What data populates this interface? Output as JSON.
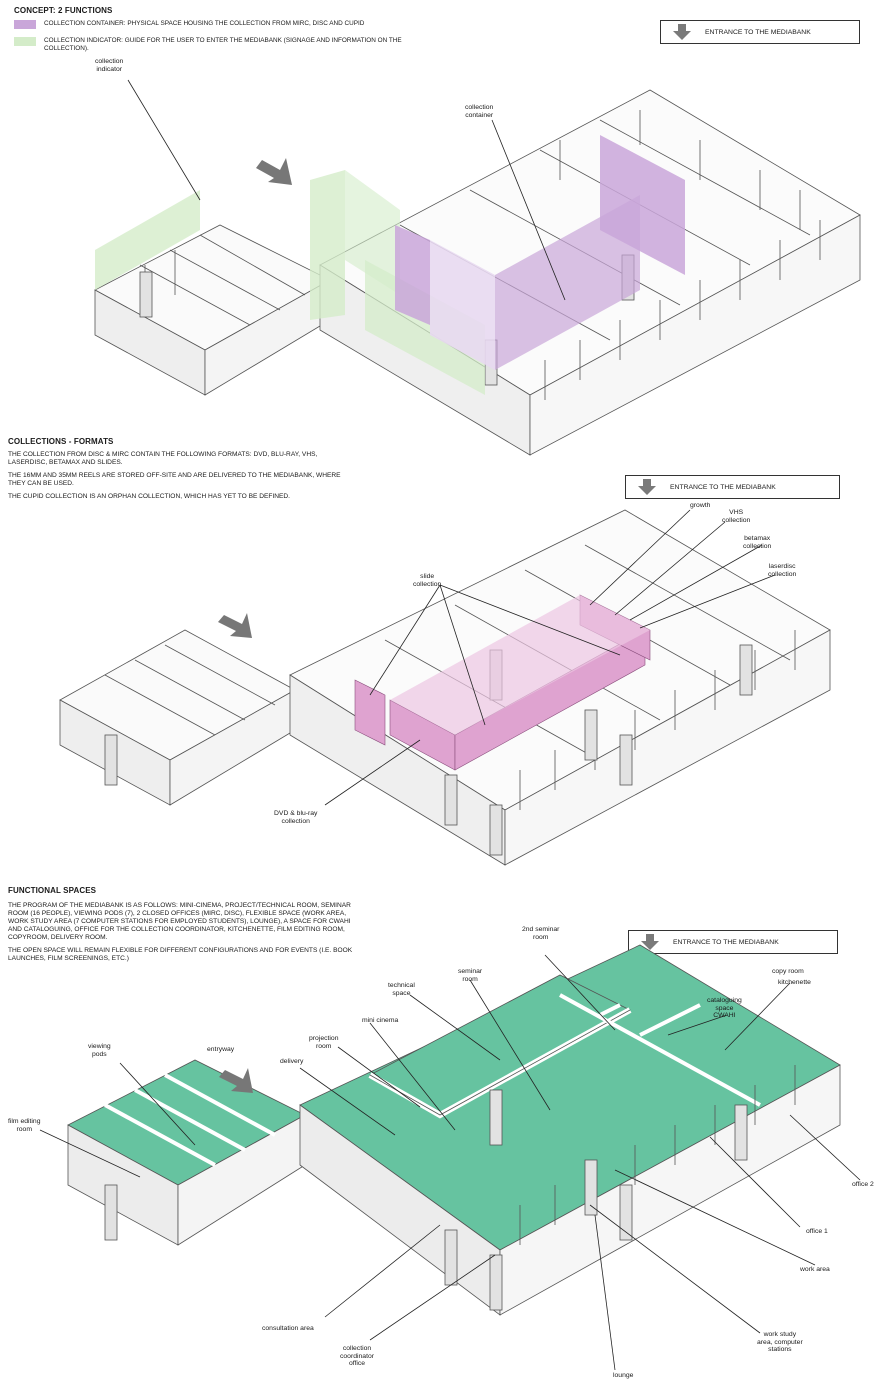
{
  "section1": {
    "heading": "CONCEPT: 2 FUNCTIONS",
    "legend": [
      {
        "text": "COLLECTION CONTAINER: PHYSICAL SPACE HOUSING THE COLLECTION FROM MIRC, DISC AND CUPID",
        "color": "#c9a6d9"
      },
      {
        "text": "COLLECTION INDICATOR: GUIDE FOR THE USER TO ENTER THE MEDIABANK (SIGNAGE AND INFORMATION ON THE COLLECTION).",
        "color": "#d4ecc9"
      }
    ],
    "entrance": "ENTRANCE TO THE MEDIABANK",
    "labels": {
      "collection_indicator": "collection\nindicator",
      "collection_container": "collection\ncontainer"
    }
  },
  "section2": {
    "heading": "COLLECTIONS - FORMATS",
    "paragraphs": [
      "THE COLLECTION FROM DISC & MIRC CONTAIN THE FOLLOWING FORMATS: DVD, BLU-RAY, VHS, LASERDISC, BETAMAX AND SLIDES.",
      "THE 16MM AND 35MM REELS ARE STORED OFF-SITE AND ARE DELIVERED TO THE MEDIABANK, WHERE THEY CAN BE USED.",
      "THE CUPID COLLECTION IS AN ORPHAN COLLECTION, WHICH HAS YET TO BE DEFINED."
    ],
    "entrance": "ENTRANCE TO THE MEDIABANK",
    "labels": {
      "growth": "growth",
      "vhs": "VHS\ncollection",
      "betamax": "betamax\ncollection",
      "laserdisc": "laserdisc\ncollection",
      "slide": "slide\ncollection",
      "dvd": "DVD & blu-ray\ncollection"
    },
    "color": "#dfa3d0"
  },
  "section3": {
    "heading": "FUNCTIONAL SPACES",
    "paragraphs": [
      "THE PROGRAM OF THE MEDIABANK IS AS FOLLOWS: MINI-CINEMA, PROJECT/TECHNICAL ROOM, SEMINAR ROOM (16 PEOPLE), VIEWING PODS (7), 2 CLOSED OFFICES (MIRC, DISC), FLEXIBLE SPACE (WORK AREA, WORK STUDY AREA (7 COMPUTER STATIONS FOR EMPLOYED STUDENTS), LOUNGE), A SPACE FOR CWAHI AND CATALOGUING, OFFICE FOR THE COLLECTION COORDINATOR, KITCHENETTE, FILM EDITING ROOM, COPYROOM, DELIVERY ROOM.",
      "THE OPEN SPACE WILL REMAIN FLEXIBLE FOR DIFFERENT CONFIGURATIONS AND FOR EVENTS (I.E. BOOK LAUNCHES, FILM SCREENINGS, ETC.)"
    ],
    "entrance": "ENTRANCE TO THE MEDIABANK",
    "labels": {
      "second_seminar": "2nd seminar\nroom",
      "seminar": "seminar\nroom",
      "technical": "technical\nspace",
      "mini_cinema": "mini cinema",
      "projection": "projection\nroom",
      "delivery": "delivery",
      "viewing_pods": "viewing\npods",
      "entryway": "entryway",
      "film_editing": "film editing\nroom",
      "cataloguing": "cataloguing\nspace\nCWAHI",
      "copy_room": "copy room",
      "kitchenette": "kitchenette",
      "office2": "office 2",
      "office1": "office 1",
      "work_area": "work area",
      "work_study": "work study\narea, computer\nstations",
      "lounge": "lounge",
      "coordinator": "collection\ncoordinator\noffice",
      "consultation": "consultation area"
    },
    "color": "#66c3a0"
  }
}
